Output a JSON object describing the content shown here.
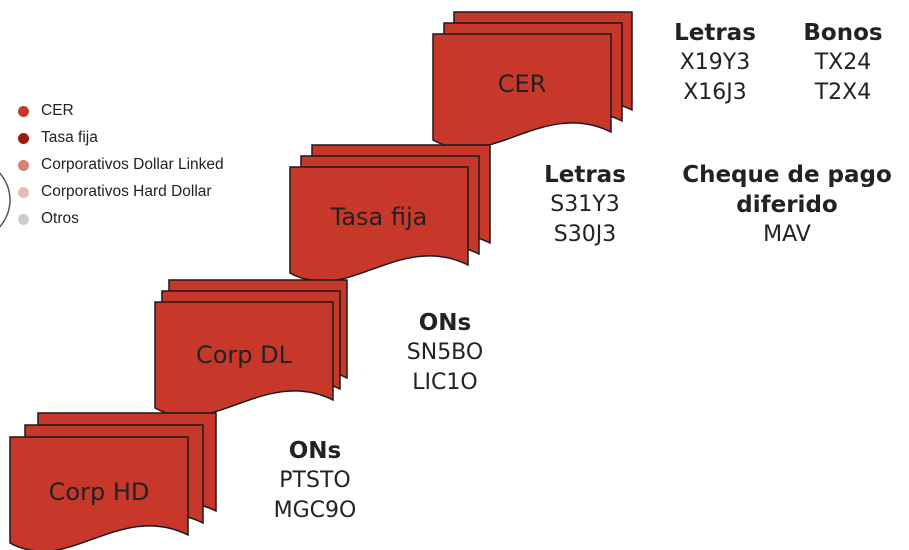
{
  "legend": [
    {
      "label": "CER",
      "color": "#c0392b"
    },
    {
      "label": "Tasa fija",
      "color": "#9b1c12"
    },
    {
      "label": "Corporativos Dollar Linked",
      "color": "#d98172"
    },
    {
      "label": "Corporativos Hard Dollar",
      "color": "#e8bcb4"
    },
    {
      "label": "Otros",
      "color": "#cccccc"
    }
  ],
  "docs": {
    "cer": "CER",
    "tasa_fija": "Tasa fija",
    "corp_dl": "Corp DL",
    "corp_hd": "Corp HD",
    "fill": "#c7382a",
    "stroke": "#1a1a1a"
  },
  "cer_letras": {
    "title": "Letras",
    "items": [
      "X19Y3",
      "X16J3"
    ]
  },
  "cer_bonos": {
    "title": "Bonos",
    "items": [
      "TX24",
      "T2X4"
    ]
  },
  "tf_letras": {
    "title": "Letras",
    "items": [
      "S31Y3",
      "S30J3"
    ]
  },
  "tf_cheque": {
    "title_line1": "Cheque de pago",
    "title_line2": "diferido",
    "items": [
      "MAV"
    ]
  },
  "dl_ons": {
    "title": "ONs",
    "items": [
      "SN5BO",
      "LIC1O"
    ]
  },
  "hd_ons": {
    "title": "ONs",
    "items": [
      "PTSTO",
      "MGC9O"
    ]
  }
}
